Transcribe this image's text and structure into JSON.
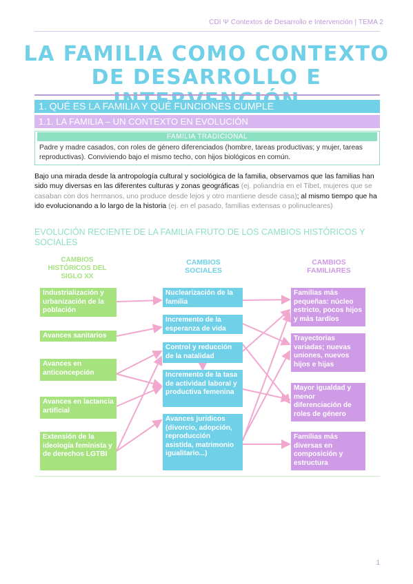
{
  "header": {
    "text": "CDI Ψ Contextos de Desarrollo e Intervención | TEMA 2"
  },
  "title": "LA FAMILIA COMO CONTEXTO DE DESARROLLO E INTERVENCIÓN",
  "section1": "1.   QUÉ ES LA FAMILIA Y QUÉ FUNCIONES CUMPLE",
  "section11": "1.1.   LA FAMILIA – UN CONTEXTO EN EVOLUCIÓN",
  "box": {
    "head": "FAMILIA TRADICIONAL",
    "text": "Padre y madre casados, con roles de género diferenciados (hombre, tareas productivas; y mujer, tareas reproductivas). Conviviendo bajo el mismo techo, con hijos biológicos en común."
  },
  "para": {
    "t1": "Bajo una mirada desde la antropología cultural y sociológica de la familia, observamos que las familias han sido muy diversas en las diferentes culturas  y zonas geográficas ",
    "g1": "(ej. poliandria en el Tibet, mujeres que se casaban con dos hermanos, uno produce desde lejos y otro mantiene desde casa)",
    "t2": "; al mismo tiempo que ha ido evolucionando a lo largo de la historia ",
    "g2": "(ej. en el pasado, familias extensas o polinucleares)"
  },
  "evo_title": "EVOLUCIÓN RECIENTE DE LA FAMILIA FRUTO DE LOS CAMBIOS HISTÓRICOS Y SOCIALES",
  "diagram": {
    "col_historicos": "CAMBIOS HISTÓRICOS DEL SIGLO XX",
    "col_sociales": "CAMBIOS SOCIALES",
    "col_familiares": "CAMBIOS FAMILIARES",
    "historicos": [
      "Industrialización y urbanización de la población",
      "Avances sanitarios",
      "Avances en anticoncepción",
      "Avances en lactancia artificial",
      "Extensión de la ideología feminista y de derechos LGTBI"
    ],
    "sociales": [
      "Nuclearización de la familia",
      "Incremento de la esperanza de vida",
      "Control y reducción de la natalidad",
      "Incremento de la tasa de actividad laboral y productiva femenina",
      "Avances jurídicos (divorcio, adopción, reproducción asistida, matrimonio igualitario...)"
    ],
    "familiares": [
      "Familias más pequeñas: núcleo estricto, pocos hijos y más tardíos",
      "Trayectorias variadas; nuevas uniones, nuevos hijos e hijas",
      "Mayor igualdad y menor diferenciación de roles de género",
      "Familias más diversas en composición y estructura"
    ],
    "colors": {
      "green": "#a6e27e",
      "teal": "#6fd0e8",
      "purple": "#cf9ae6",
      "arrow": "#f2a7cf"
    }
  },
  "page_number": "1"
}
